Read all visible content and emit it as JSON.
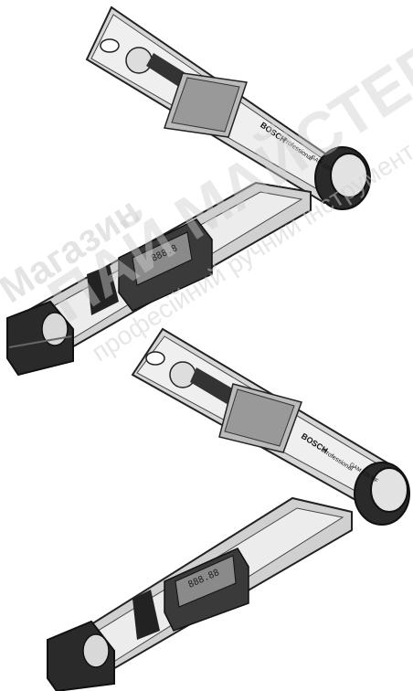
{
  "product": {
    "brand": "BOSCH",
    "series": "Professional",
    "model_top": "GAM 220",
    "model_bottom": "GAM 220 MF",
    "display_top": "888.8",
    "display_bottom": "888.88"
  },
  "watermark": {
    "line1": "Магазин",
    "line2": "ПАЙ МАЙСТЕР",
    "line3": "професійний ручний інструмент"
  },
  "colors": {
    "body": "#d4d4d4",
    "rail": "#eeeeee",
    "dark": "#1c1c1c",
    "display": "#8a8a8a",
    "watermark": "#cfcfcf"
  }
}
